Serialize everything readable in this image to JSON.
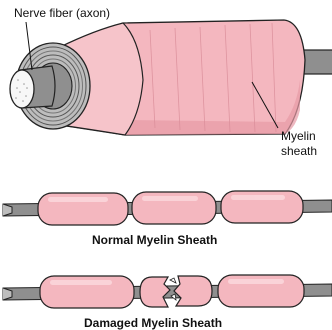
{
  "labels": {
    "axon": "Nerve fiber (axon)",
    "myelin_line1": "Myelin",
    "myelin_line2": "sheath",
    "normal": "Normal Myelin Sheath",
    "damaged": "Damaged Myelin Sheath"
  },
  "colors": {
    "myelin_fill": "#f4b7bf",
    "myelin_shade": "#e79aa5",
    "myelin_highlight": "#fbd6da",
    "axon_gray": "#8f8f8f",
    "axon_light": "#bdbdbd",
    "outline": "#222222",
    "background": "#ffffff"
  }
}
